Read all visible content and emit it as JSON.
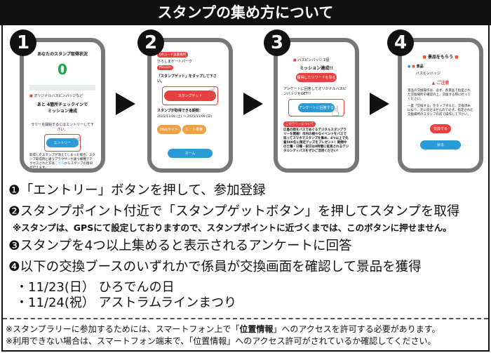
{
  "title": "スタンプの集め方について",
  "colors": {
    "accent_red": "#e84040",
    "accent_blue": "#2a9bd6",
    "accent_orange": "#f0a040",
    "success_green": "#1aa64a"
  },
  "phones": [
    {
      "badge": "1",
      "heading": "あなたのスタンプ取得状況",
      "count": "0",
      "reward": "オリジナルバスピンバッジなど",
      "remaining": "あと 4箇所チェックインで",
      "mission": "ミッション達成",
      "entry_hint": "ラリーを開始するにはエントリーして下さい。",
      "entry_button": "エントリー",
      "restore_text_a": "取得したスタンプが消えてしまった場合、スタンプ取得時と違うブラウザーや違う機種でアクセスされた方は",
      "restore_link": "こちら",
      "restore_text_b": "からスタンプの復旧が行えます。"
    },
    {
      "badge": "2",
      "tag1": "QRコード設置場所",
      "place": "ひろしまゲートパーク",
      "tag2": "Mission",
      "instruction": "「スタンプゲット」をタップして下さい。",
      "get_button": "スタンプゲット",
      "period_label": "スタンプが取得できる期間：",
      "period": "2025/11/08 (土) 〜 2025/11/09 (日)",
      "website_button": "Webサイト",
      "route_button": "ルート検索",
      "home_button": "ホーム"
    },
    {
      "badge": "3",
      "reward_item": "バスピンバッジ 1個",
      "achieved": "ミッション達成!!",
      "reward_button": "獲得したリワードを見る",
      "survey_text": "アンケートに回答してオリジナルバスピンバッジをGET!!",
      "survey_button": "アンケートに回答する",
      "about_tag": "このラリーについて",
      "about_text": "広島の街をバスでめぐるデジタルスタンプラリーを開催！市内の様々なイベントをバスで巡ってスマホでスタンプを集め、4つ以上で先着500名に限定グッズをプレゼント！期間中の土曜・日曜・祝日は8時間に延長されるデジタルシティパスをぜひご活用ください！"
    },
    {
      "badge": "4",
      "heading": "景品をもらう",
      "prize_label": "景品",
      "prize": "バスピンバッジ",
      "caution": "ご注意",
      "caution_text1": "景品の交換操作は、必ず、各景品で指定された交換場所を確認の上、交換する際に行ってください。",
      "caution_text2": "一度「交換する」をタップすると、交換済みになり、元に戻せませんので必ず、指定された交換場所のスタッフの前で操作して下さい。",
      "exchange_button": "交換する",
      "back_button": "戻る"
    }
  ],
  "steps": [
    "❶「エントリー」ボタンを押して、参加登録",
    "❷スタンプポイント付近で「スタンプゲットボタン」を押してスタンプを取得",
    "❸スタンプを4つ以上集めると表示されるアンケートに回答",
    "❹以下の交換ブースのいずれかで係員が交換画面を確認して景品を獲得"
  ],
  "step2_note": "※スタンプは、GPSにて設定しておりますので、スタンプポイントに近づくまでは、このボタンに押せません。",
  "dates": [
    "・11/23(日） ひろでんの日",
    "・11/24(祝） アストラムラインまつり"
  ],
  "footer": {
    "line1_a": "※スタンプラリーに参加するためには、スマートフォン上で「",
    "line1_b": "位置情報",
    "line1_c": "」へのアクセスを許可する必要があります。",
    "line2": "※利用できない場合は、スマートフォン端末で、「位置情報」へのアクセス許可がされているか確認してください。"
  }
}
